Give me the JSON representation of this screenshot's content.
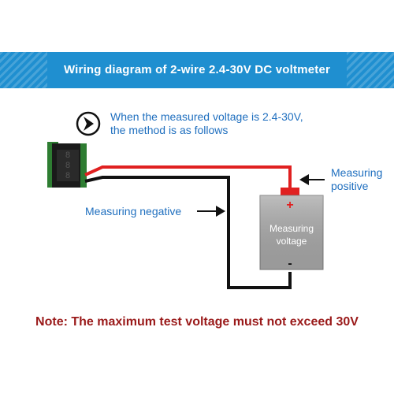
{
  "banner": {
    "title": "Wiring diagram of 2-wire 2.4-30V DC voltmeter"
  },
  "instruction": {
    "line1": "When the measured voltage is 2.4-30V,",
    "line2": "the method is as follows"
  },
  "labels": {
    "positive_line1": "Measuring",
    "positive_line2": "positive",
    "negative": "Measuring negative",
    "box_line1": "Measuring",
    "box_line2": "voltage",
    "plus": "+",
    "minus": "-"
  },
  "note": "Note: The maximum test voltage must not exceed 30V",
  "colors": {
    "banner": "#1f8fd0",
    "wire_red": "#e02020",
    "wire_black": "#111111",
    "text_blue": "#1f6fbf",
    "note_red": "#9a1a1a",
    "box_gray": "#a8a8a8",
    "module_green": "#2e7d32"
  },
  "icons": {
    "bullet": "chevron-right-circle-icon",
    "display": "three-digit-voltmeter-module"
  }
}
